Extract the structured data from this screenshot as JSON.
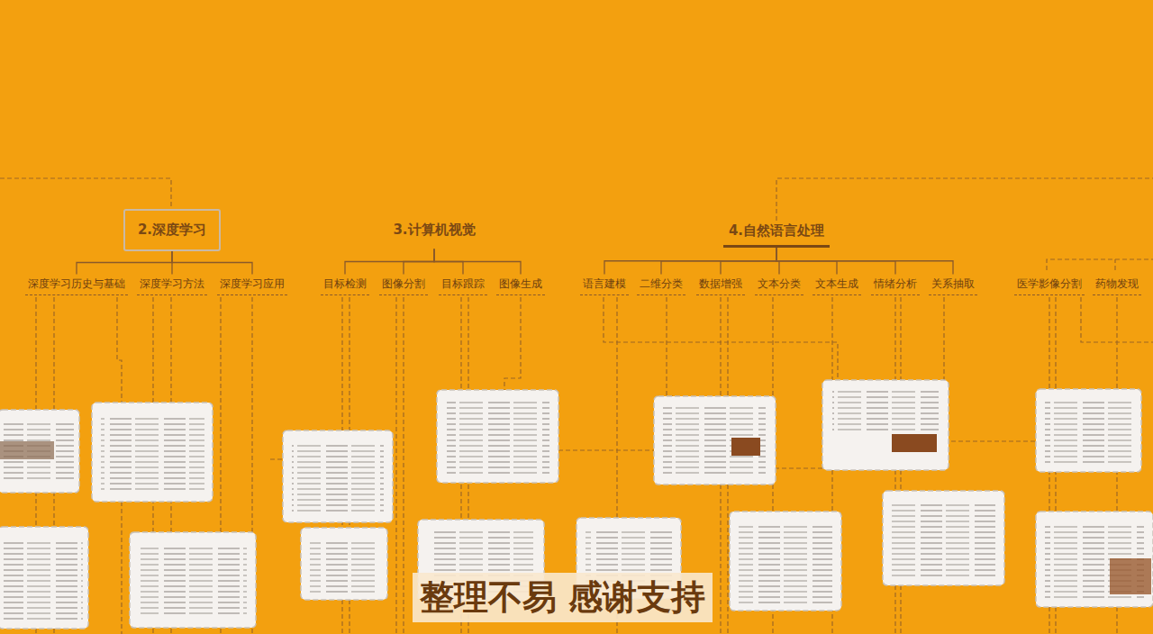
{
  "diagram": {
    "nodes": [
      {
        "text": [
          "2.深度学习"
        ]
      },
      {
        "text": [
          "3.计算机视觉"
        ]
      },
      {
        "text": [
          "4.自然语言处理"
        ]
      },
      {
        "text": [
          "深度学习历史与基础"
        ]
      },
      {
        "text": [
          "深度学习方法"
        ]
      },
      {
        "text": [
          "深度学习应用"
        ]
      },
      {
        "text": [
          "目标检测"
        ]
      },
      {
        "text": [
          "图像分割"
        ]
      },
      {
        "text": [
          "目标跟踪"
        ]
      },
      {
        "text": [
          "图像生成"
        ]
      },
      {
        "text": [
          "语言建模"
        ]
      },
      {
        "text": [
          "二维分类"
        ]
      },
      {
        "text": [
          "数据增强"
        ]
      },
      {
        "text": [
          "文本分类"
        ]
      },
      {
        "text": [
          "文本生成"
        ]
      },
      {
        "text": [
          "情绪分析"
        ]
      },
      {
        "text": [
          "关系抽取"
        ]
      },
      {
        "text": [
          "医学影像分割"
        ]
      },
      {
        "text": [
          "药物发现"
        ]
      }
    ],
    "edges": [
      {
        "from": 0,
        "to": 3,
        "arrow": "none"
      },
      {
        "from": 0,
        "to": 4,
        "arrow": "none"
      },
      {
        "from": 0,
        "to": 5,
        "arrow": "none"
      },
      {
        "from": 1,
        "to": 6,
        "arrow": "none"
      },
      {
        "from": 1,
        "to": 7,
        "arrow": "none"
      },
      {
        "from": 1,
        "to": 8,
        "arrow": "none"
      },
      {
        "from": 1,
        "to": 9,
        "arrow": "none"
      },
      {
        "from": 2,
        "to": 10,
        "arrow": "none"
      },
      {
        "from": 2,
        "to": 11,
        "arrow": "none"
      },
      {
        "from": 2,
        "to": 12,
        "arrow": "none"
      },
      {
        "from": 2,
        "to": 13,
        "arrow": "none"
      },
      {
        "from": 2,
        "to": 14,
        "arrow": "none"
      },
      {
        "from": 2,
        "to": 15,
        "arrow": "none"
      },
      {
        "from": 2,
        "to": 16,
        "arrow": "none"
      }
    ],
    "labels": [
      "整理不易 感谢支持"
    ]
  }
}
